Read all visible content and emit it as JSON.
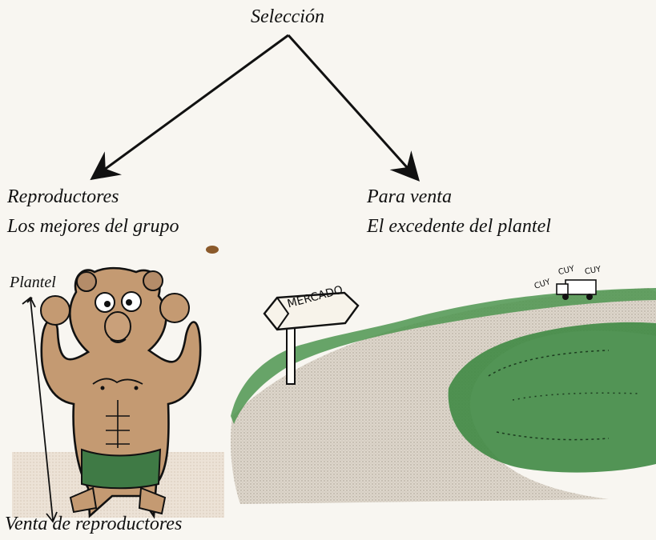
{
  "diagram": {
    "title": "Selección",
    "left_branch": {
      "line1": "Reproductores",
      "line2": "Los mejores del grupo"
    },
    "right_branch": {
      "line1": "Para venta",
      "line2": "El excedente del plantel"
    },
    "plantel_label": "Plantel",
    "bottom_label": "Venta de reproductores",
    "sign_text": "MERCADO",
    "truck_sounds": [
      "CUY",
      "CUY",
      "CUY"
    ]
  },
  "colors": {
    "ink": "#111111",
    "guinea_pig_fill": "#c49a72",
    "shorts": "#3f7a45",
    "bush_green": "#3f8a44",
    "road": "#cfc7bb",
    "sign_wood": "#f4efe4"
  }
}
